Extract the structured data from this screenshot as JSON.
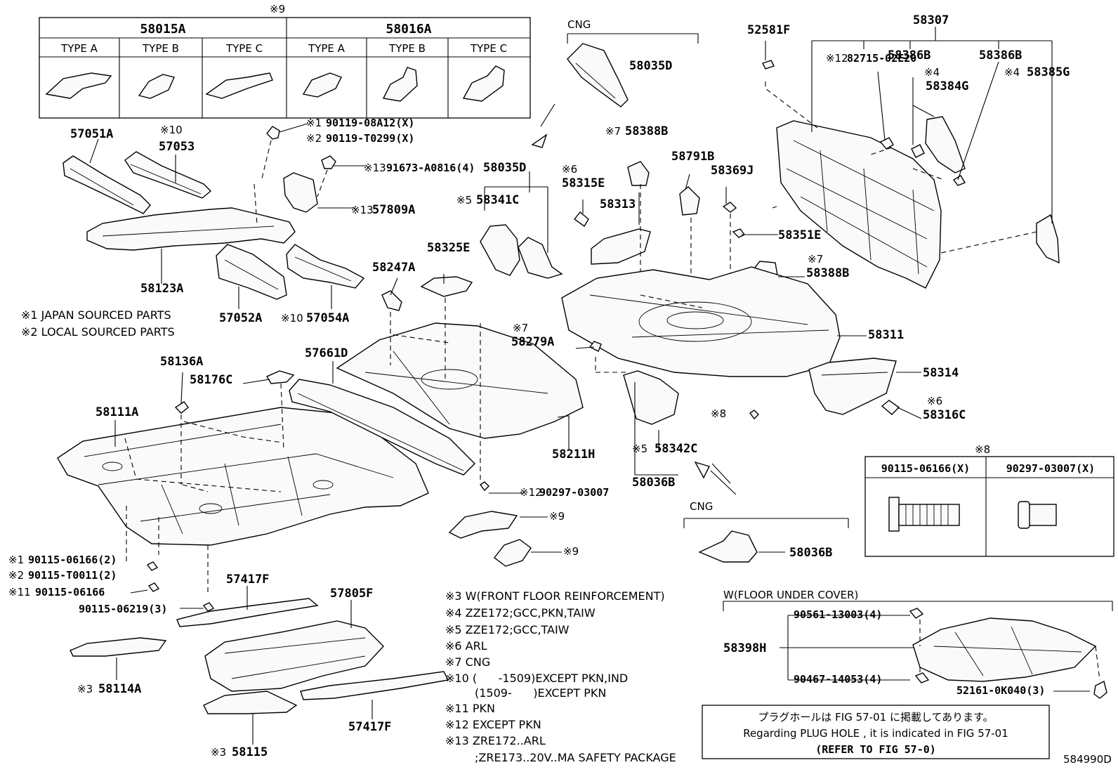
{
  "diagram_id": "584990D",
  "table_top": {
    "note": "※9",
    "groups": [
      "58015A",
      "58016A"
    ],
    "types": [
      "TYPE A",
      "TYPE B",
      "TYPE C",
      "TYPE A",
      "TYPE B",
      "TYPE C"
    ]
  },
  "cng_labels": [
    "CNG",
    "CNG"
  ],
  "parts": {
    "p58035D_top": "58035D",
    "p52581F": "52581F",
    "p58307": "58307",
    "p82715": "82715-02E20",
    "n12a": "※12",
    "p58386B_a": "58386B",
    "p58386B_b": "58386B",
    "n4a": "※4",
    "p58384G": "58384G",
    "n4b": "※4",
    "p58385G": "58385G",
    "p57051A": "57051A",
    "n10a": "※10",
    "p57053": "57053",
    "n1a": "※1",
    "p90119_08A12": "90119-08A12(X)",
    "n2a": "※2",
    "p90119_T0299": "90119-T0299(X)",
    "n13a": "※13",
    "p91673": "91673-A0816(4)",
    "p58035D_mid": "58035D",
    "n13b": "※13",
    "p57809A": "57809A",
    "n6a": "※6",
    "p58315E": "58315E",
    "n5a": "※5",
    "p58341C": "58341C",
    "n7a": "※7",
    "p58388B_a": "58388B",
    "p58791B": "58791B",
    "p58369J": "58369J",
    "p58313": "58313",
    "p58351E": "58351E",
    "n7b": "※7",
    "p58388B_b": "58388B",
    "p58123A": "58123A",
    "p58325E": "58325E",
    "p58247A": "58247A",
    "p57052A": "57052A",
    "n10b": "※10",
    "p57054A": "57054A",
    "n7c": "※7",
    "p58279A": "58279A",
    "p58311": "58311",
    "p58136A": "58136A",
    "p57661D": "57661D",
    "p58176C": "58176C",
    "p58314": "58314",
    "n6b": "※6",
    "p58316C": "58316C",
    "p58111A": "58111A",
    "n8a": "※8",
    "p58211H": "58211H",
    "n5b": "※5",
    "p58342C": "58342C",
    "p58036B_a": "58036B",
    "n12b": "※12",
    "p90297_03007": "90297-03007",
    "n9a": "※9",
    "n9b": "※9",
    "p58036B_b": "58036B",
    "n1b": "※1",
    "p90115_06166_2": "90115-06166(2)",
    "n2b": "※2",
    "p90115_T0011": "90115-T0011(2)",
    "p57417F_a": "57417F",
    "p57805F": "57805F",
    "n11": "※11",
    "p90115_06166": "90115-06166",
    "p90115_06219": "90115-06219(3)",
    "n3a": "※3",
    "p58114A": "58114A",
    "p57417F_b": "57417F",
    "n3b": "※3",
    "p58115": "58115",
    "p58398H": "58398H",
    "p90561": "90561-13003(4)",
    "p90467": "90467-14053(4)",
    "p52161": "52161-0K040(3)"
  },
  "legend_left": [
    "※1 JAPAN SOURCED PARTS",
    "※2 LOCAL SOURCED PARTS"
  ],
  "notes": [
    "※3 W(FRONT FLOOR REINFORCEMENT)",
    "※4 ZZE172;GCC,PKN,TAIW",
    "※5 ZZE172;GCC,TAIW",
    "※6 ARL",
    "※7 CNG",
    "※10 (      -1509)EXCEPT PKN,IND",
    "(1509-      )EXCEPT PKN",
    "※11 PKN",
    "※12 EXCEPT PKN",
    "※13 ZRE172..ARL",
    ";ZRE173..20V..MA SAFETY PACKAGE"
  ],
  "fastener_table": {
    "note": "※8",
    "cols": [
      "90115-06166(X)",
      "90297-03007(X)"
    ]
  },
  "under_cover_title": "W(FLOOR UNDER COVER)",
  "plug_note": {
    "jp": "プラグホールは FIG 57-01 に掲載してあります。",
    "en": "Regarding PLUG HOLE , it is indicated in FIG 57-01",
    "ref": "(REFER TO FIG 57-0)"
  }
}
